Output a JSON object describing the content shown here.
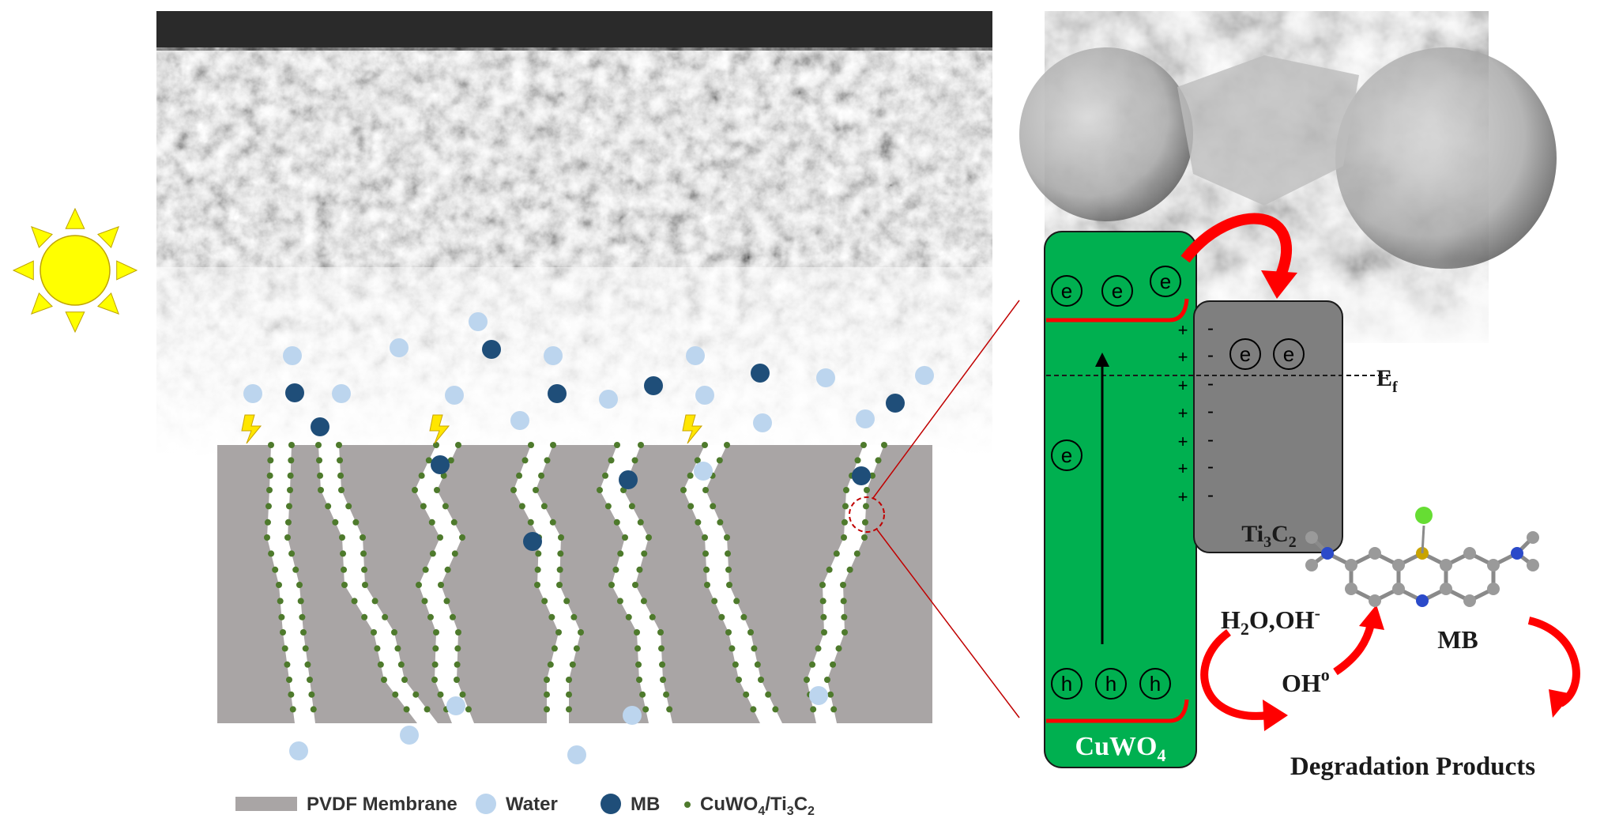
{
  "legend": {
    "membrane": "PVDF Membrane",
    "water": "Water",
    "mb": "MB",
    "catalyst_main": "CuWO",
    "catalyst_sub1": "4",
    "catalyst_slash": "/Ti",
    "catalyst_sub2": "3",
    "catalyst_end": "C",
    "catalyst_sub3": "2"
  },
  "band": {
    "electron": "e",
    "hole": "h",
    "plus": "+",
    "minus": "-",
    "fermi_main": "E",
    "fermi_sub": "f",
    "cuwo4_main": "CuWO",
    "cuwo4_sub": "4",
    "ti3c2_a": "Ti",
    "ti3c2_sub1": "3",
    "ti3c2_b": "C",
    "ti3c2_sub2": "2"
  },
  "reaction": {
    "h2o_a": "H",
    "h2o_sub": "2",
    "h2o_b": "O,OH",
    "h2o_sup": "-",
    "oh_main": "OH",
    "oh_sup": "o",
    "mb": "MB",
    "products": "Degradation Products"
  },
  "colors": {
    "membrane": "#a9a5a5",
    "water": "#bcd5ee",
    "mb": "#1f4e79",
    "catalyst": "#4e7a2c",
    "cuwo4_band": "#00b050",
    "ti3c2_band": "#7f7f7f",
    "arrow_red": "#ff0000",
    "sun": "#ffff00"
  }
}
